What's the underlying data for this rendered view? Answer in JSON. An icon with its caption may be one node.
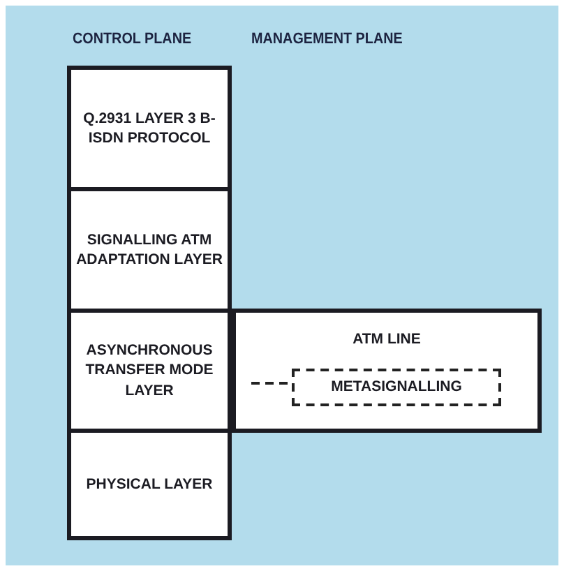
{
  "diagram": {
    "nodes": [
      {
        "text": [
          "Q.2931 LAYER 3 B-ISDN PROTOCOL"
        ]
      },
      {
        "text": [
          "SIGNALLING ATM ADAPTATION LAYER"
        ]
      },
      {
        "text": [
          "ASYNCHRONOUS TRANSFER MODE LAYER"
        ]
      },
      {
        "text": [
          "ATM LINE"
        ]
      },
      {
        "text": [
          "METASIGNALLING"
        ],
        "in": 3
      },
      {
        "text": [
          "PHYSICAL LAYER"
        ]
      }
    ],
    "edges": [
      {
        "from": 2,
        "to": 4,
        "arrow": "none",
        "style": "dashed"
      }
    ],
    "labels": [
      "CONTROL PLANE",
      "MANAGEMENT PLANE"
    ]
  }
}
